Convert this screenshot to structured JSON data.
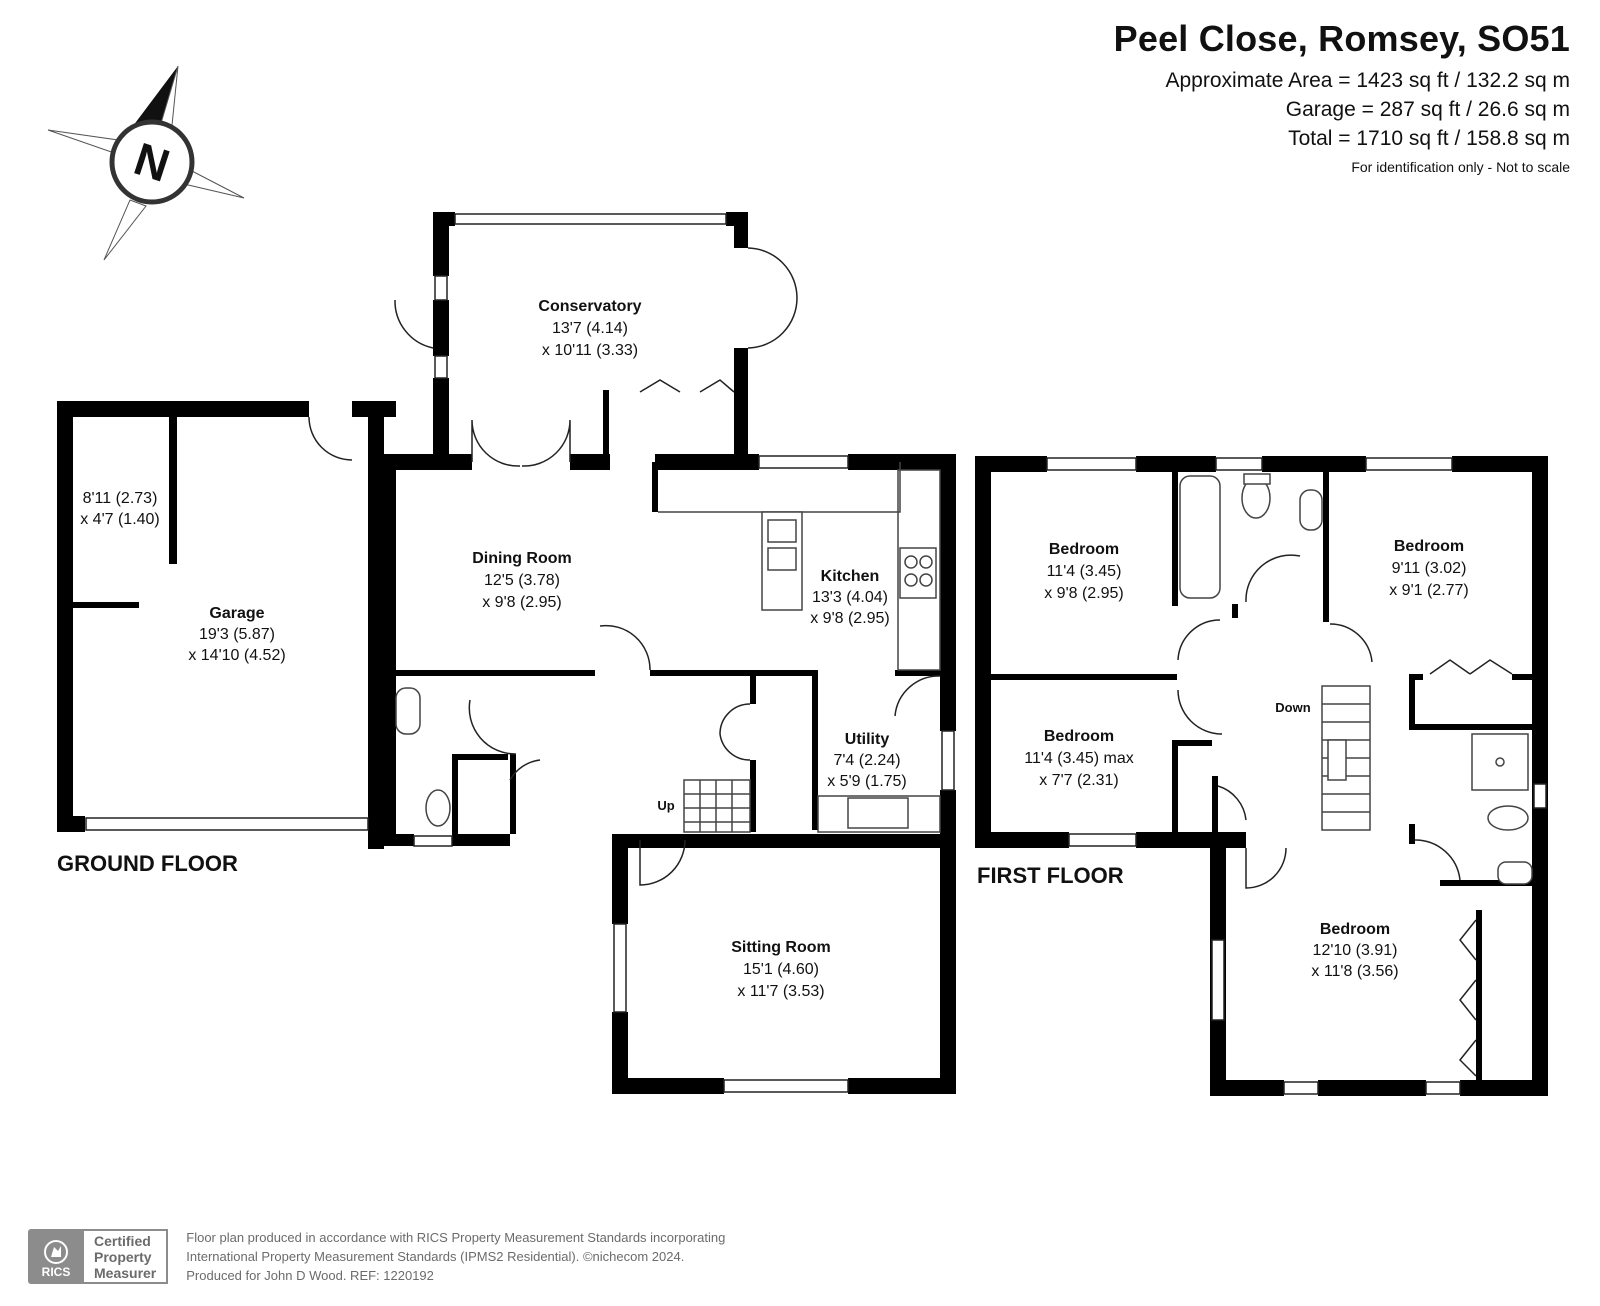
{
  "header": {
    "title": "Peel Close, Romsey, SO51",
    "area_lines": [
      "Approximate Area = 1423 sq ft / 132.2 sq m",
      "Garage = 287 sq ft / 26.6 sq m",
      "Total = 1710 sq ft / 158.8 sq m"
    ],
    "note": "For identification only - Not to scale"
  },
  "compass": {
    "label": "N"
  },
  "ground_floor": {
    "label": "GROUND FLOOR",
    "stairs_label": "Up",
    "rooms": [
      {
        "name": "Conservatory",
        "dims": [
          "13'7 (4.14)",
          "x 10'11 (3.33)"
        ]
      },
      {
        "name": "",
        "dims": [
          "8'11 (2.73)",
          "x 4'7 (1.40)"
        ]
      },
      {
        "name": "Garage",
        "dims": [
          "19'3 (5.87)",
          "x 14'10 (4.52)"
        ]
      },
      {
        "name": "Dining Room",
        "dims": [
          "12'5 (3.78)",
          "x 9'8 (2.95)"
        ]
      },
      {
        "name": "Kitchen",
        "dims": [
          "13'3 (4.04)",
          "x 9'8 (2.95)"
        ]
      },
      {
        "name": "Utility",
        "dims": [
          "7'4 (2.24)",
          "x 5'9 (1.75)"
        ]
      },
      {
        "name": "Sitting Room",
        "dims": [
          "15'1 (4.60)",
          "x 11'7 (3.53)"
        ]
      }
    ]
  },
  "first_floor": {
    "label": "FIRST FLOOR",
    "stairs_label": "Down",
    "rooms": [
      {
        "name": "Bedroom",
        "dims": [
          "11'4 (3.45)",
          "x 9'8 (2.95)"
        ]
      },
      {
        "name": "Bedroom",
        "dims": [
          "9'11 (3.02)",
          "x 9'1 (2.77)"
        ]
      },
      {
        "name": "Bedroom",
        "dims": [
          "11'4 (3.45) max",
          "x 7'7 (2.31)"
        ]
      },
      {
        "name": "Bedroom",
        "dims": [
          "12'10 (3.91)",
          "x 11'8 (3.56)"
        ]
      }
    ]
  },
  "footer": {
    "rics_mark": "RICS",
    "certified": [
      "Certified",
      "Property",
      "Measurer"
    ],
    "disclaimer": [
      "Floor plan produced in accordance with RICS Property Measurement Standards incorporating",
      "International Property Measurement Standards (IPMS2 Residential).   ©nichecom 2024.",
      "Produced for John D Wood.   REF:  1220192"
    ]
  },
  "colors": {
    "wall": "#000000",
    "fixture": "#555555",
    "footer_grey": "#8c8c8c"
  }
}
